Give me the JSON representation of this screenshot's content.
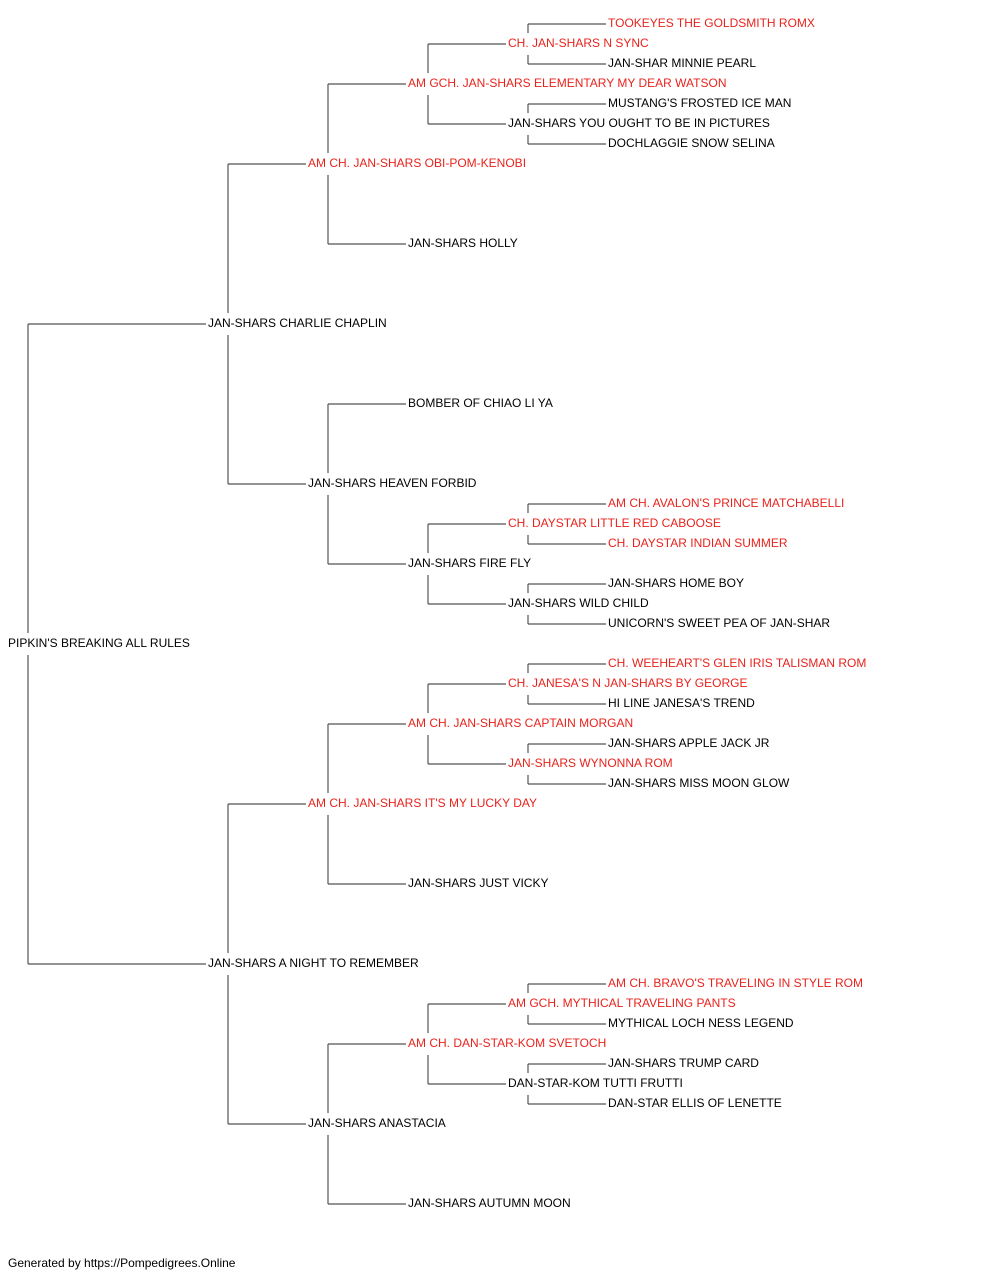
{
  "colors": {
    "champion": "#e8231d",
    "normal": "#000000",
    "line": "#555555"
  },
  "pedigree": {
    "name": "PIPKIN'S BREAKING ALL RULES",
    "champion": false,
    "sire": {
      "name": "JAN-SHARS CHARLIE CHAPLIN",
      "champion": false,
      "sire": {
        "name": "AM CH. JAN-SHARS OBI-POM-KENOBI",
        "champion": true,
        "sire": {
          "name": "AM GCH. JAN-SHARS ELEMENTARY MY DEAR WATSON",
          "champion": true,
          "sire": {
            "name": "CH. JAN-SHARS N SYNC",
            "champion": true,
            "sire": {
              "name": "TOOKEYES THE GOLDSMITH ROMX",
              "champion": true
            },
            "dam": {
              "name": "JAN-SHAR MINNIE PEARL",
              "champion": false
            }
          },
          "dam": {
            "name": "JAN-SHARS YOU OUGHT TO BE IN PICTURES",
            "champion": false,
            "sire": {
              "name": "MUSTANG'S FROSTED ICE MAN",
              "champion": false
            },
            "dam": {
              "name": "DOCHLAGGIE SNOW SELINA",
              "champion": false
            }
          }
        },
        "dam": {
          "name": "JAN-SHARS HOLLY",
          "champion": false
        }
      },
      "dam": {
        "name": "JAN-SHARS HEAVEN FORBID",
        "champion": false,
        "sire": {
          "name": "BOMBER OF CHIAO LI YA",
          "champion": false
        },
        "dam": {
          "name": "JAN-SHARS FIRE FLY",
          "champion": false,
          "sire": {
            "name": "CH. DAYSTAR LITTLE RED CABOOSE",
            "champion": true,
            "sire": {
              "name": "AM CH. AVALON'S PRINCE MATCHABELLI",
              "champion": true
            },
            "dam": {
              "name": "CH. DAYSTAR INDIAN SUMMER",
              "champion": true
            }
          },
          "dam": {
            "name": "JAN-SHARS WILD CHILD",
            "champion": false,
            "sire": {
              "name": "JAN-SHARS HOME BOY",
              "champion": false
            },
            "dam": {
              "name": "UNICORN'S SWEET PEA OF JAN-SHAR",
              "champion": false
            }
          }
        }
      }
    },
    "dam": {
      "name": "JAN-SHARS A NIGHT TO REMEMBER",
      "champion": false,
      "sire": {
        "name": "AM CH. JAN-SHARS IT'S MY LUCKY DAY",
        "champion": true,
        "sire": {
          "name": "AM CH. JAN-SHARS CAPTAIN MORGAN",
          "champion": true,
          "sire": {
            "name": "CH. JANESA'S N JAN-SHARS BY GEORGE",
            "champion": true,
            "sire": {
              "name": "CH. WEEHEART'S GLEN IRIS TALISMAN ROM",
              "champion": true
            },
            "dam": {
              "name": "HI LINE JANESA'S TREND",
              "champion": false
            }
          },
          "dam": {
            "name": "JAN-SHARS WYNONNA ROM",
            "champion": true,
            "sire": {
              "name": "JAN-SHARS APPLE JACK JR",
              "champion": false
            },
            "dam": {
              "name": "JAN-SHARS MISS MOON GLOW",
              "champion": false
            }
          }
        },
        "dam": {
          "name": "JAN-SHARS JUST VICKY",
          "champion": false
        }
      },
      "dam": {
        "name": "JAN-SHARS ANASTACIA",
        "champion": false,
        "sire": {
          "name": "AM CH. DAN-STAR-KOM SVETOCH",
          "champion": true,
          "sire": {
            "name": "AM GCH. MYTHICAL TRAVELING PANTS",
            "champion": true,
            "sire": {
              "name": "AM CH. BRAVO'S TRAVELING IN STYLE ROM",
              "champion": true
            },
            "dam": {
              "name": "MYTHICAL LOCH NESS LEGEND",
              "champion": false
            }
          },
          "dam": {
            "name": "DAN-STAR-KOM TUTTI FRUTTI",
            "champion": false,
            "sire": {
              "name": "JAN-SHARS TRUMP CARD",
              "champion": false
            },
            "dam": {
              "name": "DAN-STAR ELLIS OF LENETTE",
              "champion": false
            }
          }
        },
        "dam": {
          "name": "JAN-SHARS AUTUMN MOON",
          "champion": false
        }
      }
    }
  },
  "footer": {
    "text": "Generated by https://Pompedigrees.Online"
  }
}
